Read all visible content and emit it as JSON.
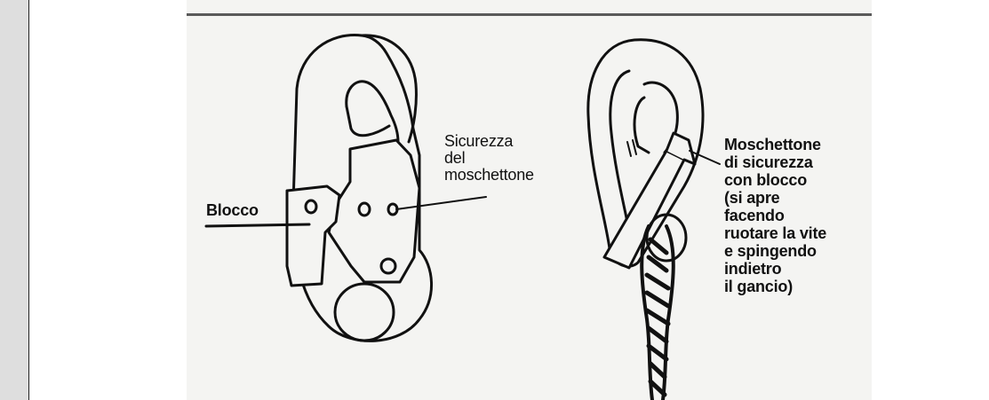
{
  "figure": {
    "left_hook": {
      "label_lock": "Blocco",
      "label_gate": [
        "Sicurezza",
        "del",
        "moschettone"
      ]
    },
    "right_hook": {
      "label": [
        "Moschettone",
        "di sicurezza",
        "con blocco",
        "(si apre",
        "facendo",
        "ruotare la vite",
        "e spingendo",
        "indietro",
        "il gancio)"
      ]
    }
  }
}
